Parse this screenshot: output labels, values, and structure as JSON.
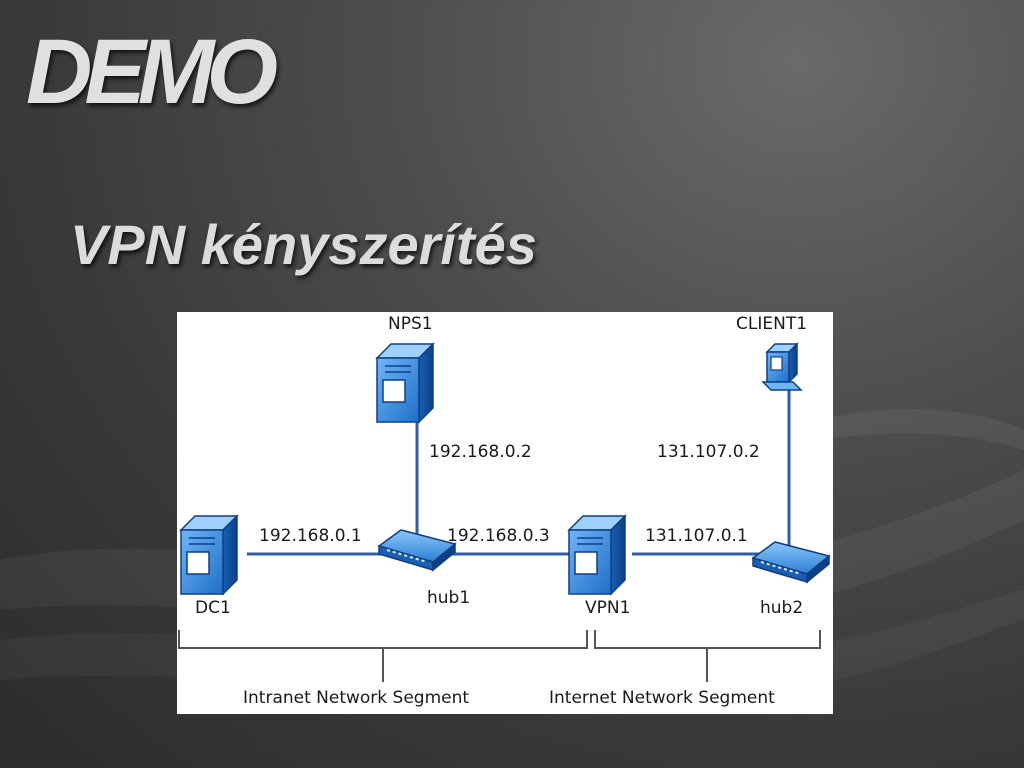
{
  "slide": {
    "demo_title": "DEMO",
    "heading": "VPN kényszerítés"
  },
  "diagram": {
    "nodes": {
      "nps1": {
        "label": "NPS1",
        "icon": "server-icon"
      },
      "client1": {
        "label": "CLIENT1",
        "icon": "workstation-icon"
      },
      "dc1": {
        "label": "DC1",
        "icon": "server-icon"
      },
      "hub1": {
        "label": "hub1",
        "icon": "hub-icon"
      },
      "vpn1": {
        "label": "VPN1",
        "icon": "server-icon"
      },
      "hub2": {
        "label": "hub2",
        "icon": "hub-icon"
      }
    },
    "addresses": {
      "nps1": "192.168.0.2",
      "client1": "131.107.0.2",
      "dc1": "192.168.0.1",
      "vpn1_intranet": "192.168.0.3",
      "vpn1_internet": "131.107.0.1"
    },
    "segments": {
      "intranet": "Intranet Network Segment",
      "internet": "Internet Network Segment"
    },
    "colors": {
      "link": "#2f5ba8",
      "device_blue": "#2a7fd6",
      "device_dark": "#0e3f86",
      "bracket": "#555555"
    }
  }
}
